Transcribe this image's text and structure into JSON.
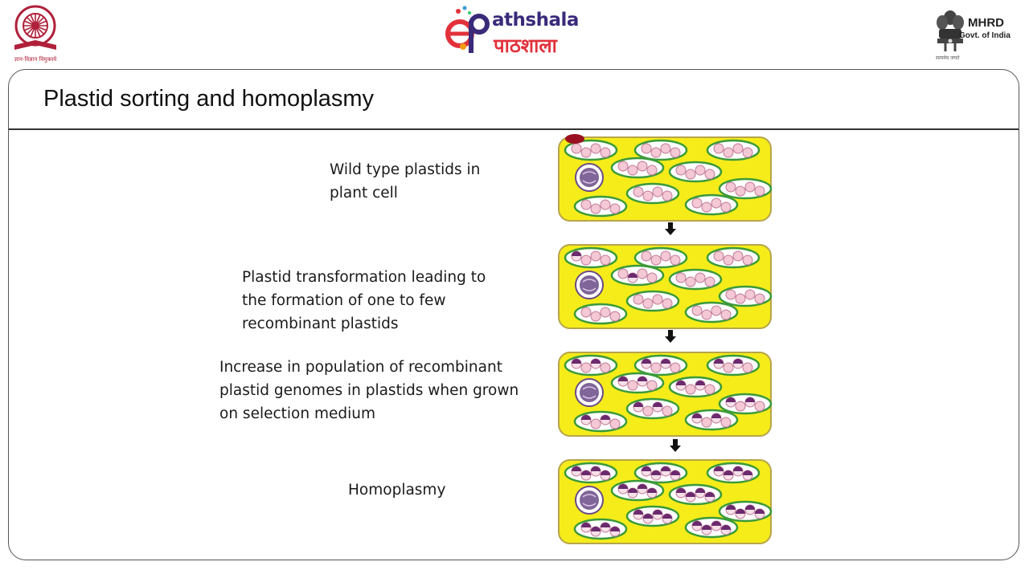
{
  "header": {
    "left_logo": {
      "icon": "ugc-emblem-icon",
      "tagline": "ज्ञान-विज्ञान विमुक्तये",
      "color": "#b0203a"
    },
    "center_logo": {
      "icon": "epathshala-logo-icon",
      "brand_en": "athshala",
      "brand_hi": "पाठशाला"
    },
    "right_logo": {
      "icon": "national-emblem-icon",
      "title": "MHRD",
      "subtitle": "Govt. of India",
      "caption": "सत्यमेव जयते"
    }
  },
  "slide": {
    "title": "Plastid sorting and homoplasmy",
    "stages": [
      {
        "label": "Wild type plastids in\nplant cell",
        "recombinant_level": 0
      },
      {
        "label": "Plastid transformation leading to\nthe formation of one to few\nrecombinant  plastids",
        "recombinant_level": 1
      },
      {
        "label": "Increase in population of recombinant\nplastid genomes in plastids when grown\non selection medium",
        "recombinant_level": 2
      },
      {
        "label": "Homoplasmy",
        "recombinant_level": 3
      }
    ]
  },
  "colors": {
    "cell_fill": "#f5ec1a",
    "cell_border": "#b7a44a",
    "plastid_border": "#3a9a3a",
    "nucleus": "#6a4a86",
    "genome_wild": "#f4c8d4",
    "genome_recombinant": "#6b2a6e",
    "arrow": "#111111"
  }
}
